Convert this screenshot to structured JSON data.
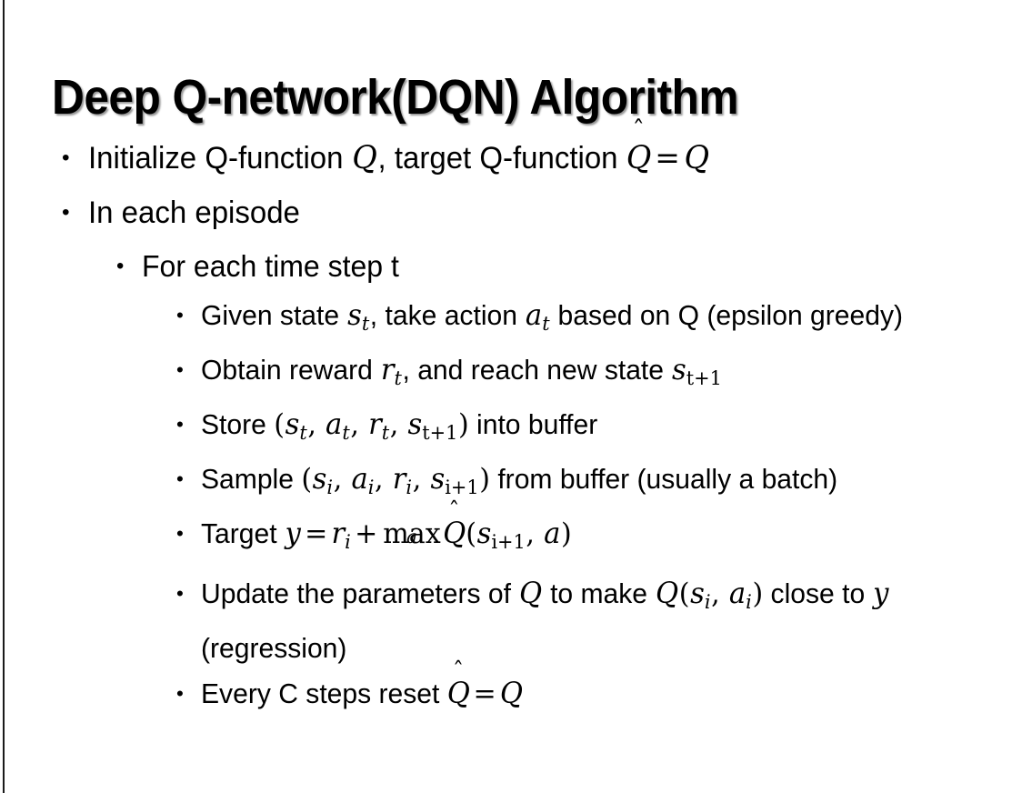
{
  "slide": {
    "title": "Deep Q-network(DQN) Algorithm",
    "background_color": "#ffffff",
    "text_color": "#000000",
    "left_rule_color": "#1a1a1a"
  },
  "bullets": {
    "b1": {
      "level": 1,
      "marker": "•",
      "text": "Initialize Q-function Q, target Q-function Q̂ = Q",
      "prefix": "Initialize Q-function ",
      "mid": ", target Q-function ",
      "var1": "Q",
      "var2": "Q",
      "eq": "=",
      "var3": "Q"
    },
    "b2": {
      "level": 1,
      "marker": "•",
      "text": "In each episode"
    },
    "b3": {
      "level": 2,
      "marker": "•",
      "text": "For each time step t"
    },
    "b4": {
      "level": 3,
      "marker": "•",
      "text": "Given state s_t, take action a_t based on Q (epsilon greedy)",
      "p1": "Given state ",
      "v1": "s",
      "v1sub": "t",
      "p2": ", take action ",
      "v2": "a",
      "v2sub": "t",
      "p3": " based on Q (epsilon greedy)"
    },
    "b5": {
      "level": 3,
      "marker": "•",
      "text": "Obtain reward r_t, and reach new state s_{t+1}",
      "p1": "Obtain reward ",
      "v1": "r",
      "v1sub": "t",
      "p2": ", and reach new state ",
      "v2": "s",
      "v2sub": "t+1"
    },
    "b6": {
      "level": 3,
      "marker": "•",
      "text": "Store (s_t, a_t, r_t, s_{t+1}) into buffer",
      "p1": "Store ",
      "open": "(",
      "v1": "s",
      "v1sub": "t",
      "v2": "a",
      "v2sub": "t",
      "v3": "r",
      "v3sub": "t",
      "v4": "s",
      "v4sub": "t+1",
      "close": ")",
      "p2": " into buffer"
    },
    "b7": {
      "level": 3,
      "marker": "•",
      "text": "Sample (s_i, a_i, r_i, s_{i+1}) from buffer (usually a batch)",
      "p1": "Sample ",
      "open": "(",
      "v1": "s",
      "v1sub": "i",
      "v2": "a",
      "v2sub": "i",
      "v3": "r",
      "v3sub": "i",
      "v4": "s",
      "v4sub": "i+1",
      "close": ")",
      "p2": " from buffer (usually a batch)"
    },
    "b8": {
      "level": 3,
      "marker": "•",
      "text": "Target y = r_i + max_a Q̂(s_{i+1}, a)",
      "p1": "Target ",
      "y": "y",
      "eq": "=",
      "v1": "r",
      "v1sub": "i",
      "plus": "+",
      "maxlabel": "max",
      "maxunder": "a",
      "qhat": "Q",
      "open": "(",
      "v2": "s",
      "v2sub": "i+1",
      "comma": ",",
      "v3": "a",
      "close": ")"
    },
    "b9": {
      "level": 3,
      "marker": "•",
      "text": "Update the parameters of Q to make Q(s_i, a_i) close to y (regression)",
      "p1": "Update the parameters of ",
      "v1": "Q",
      "p2": " to make ",
      "v2": "Q",
      "open": "(",
      "v3": "s",
      "v3sub": "i",
      "comma": ",",
      "v4": "a",
      "v4sub": "i",
      "close": ")",
      "p3": " close to ",
      "v5": "y",
      "p4": " (regression)"
    },
    "b10": {
      "level": 3,
      "marker": "•",
      "text": "Every C steps reset Q̂ = Q",
      "p1": "Every C steps reset ",
      "qhat": "Q",
      "eq": "=",
      "v1": "Q"
    }
  },
  "symbols": {
    "hat": "̂",
    "circumflex": "ˆ",
    "bullet": "•"
  }
}
